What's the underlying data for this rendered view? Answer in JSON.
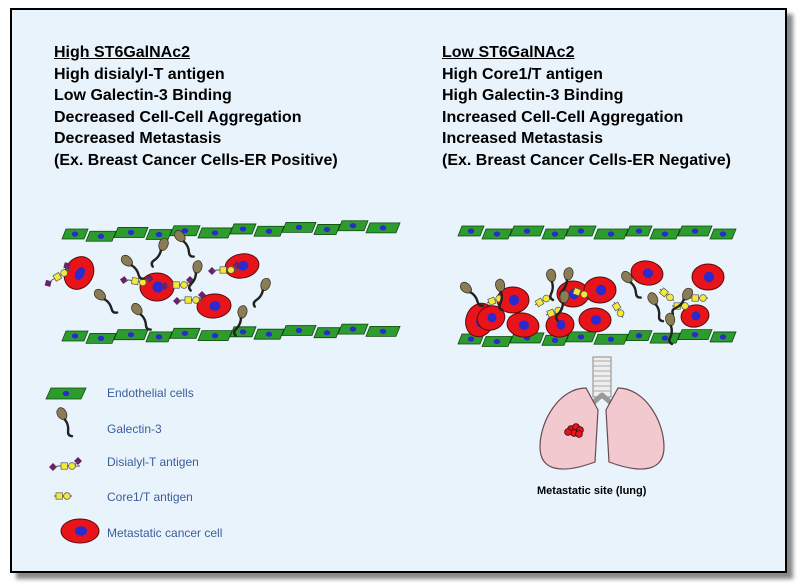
{
  "left_panel": {
    "heading": "High ST6GalNAc2",
    "lines": [
      "High disialyl-T antigen",
      "Low Galectin-3 Binding",
      "Decreased Cell-Cell Aggregation",
      "Decreased Metastasis",
      "(Ex. Breast Cancer Cells-ER Positive)"
    ]
  },
  "right_panel": {
    "heading": "Low ST6GalNAc2",
    "lines": [
      "High Core1/T antigen",
      "High Galectin-3 Binding",
      "Increased Cell-Cell Aggregation",
      "Increased Metastasis",
      "(Ex. Breast Cancer Cells-ER Negative)"
    ]
  },
  "legend": {
    "endothelial": "Endothelial cells",
    "galectin": "Galectin-3",
    "disialyl": "Disialyl-T antigen",
    "core1": "Core1/T antigen",
    "cancer": "Metastatic cancer cell"
  },
  "metastatic_site_label": "Metastatic site (lung)",
  "colors": {
    "background": "#e9f3fb",
    "endothelial": "#2e9b2e",
    "cancer_cell": "#e8141a",
    "nucleus": "#2a2ad0",
    "sialic_acid": "#6b1f6b",
    "core1": "#f2ea3a",
    "galectin": "#8a7d55",
    "lung": "#f2c9cf",
    "label_text": "#3b5e9c"
  }
}
